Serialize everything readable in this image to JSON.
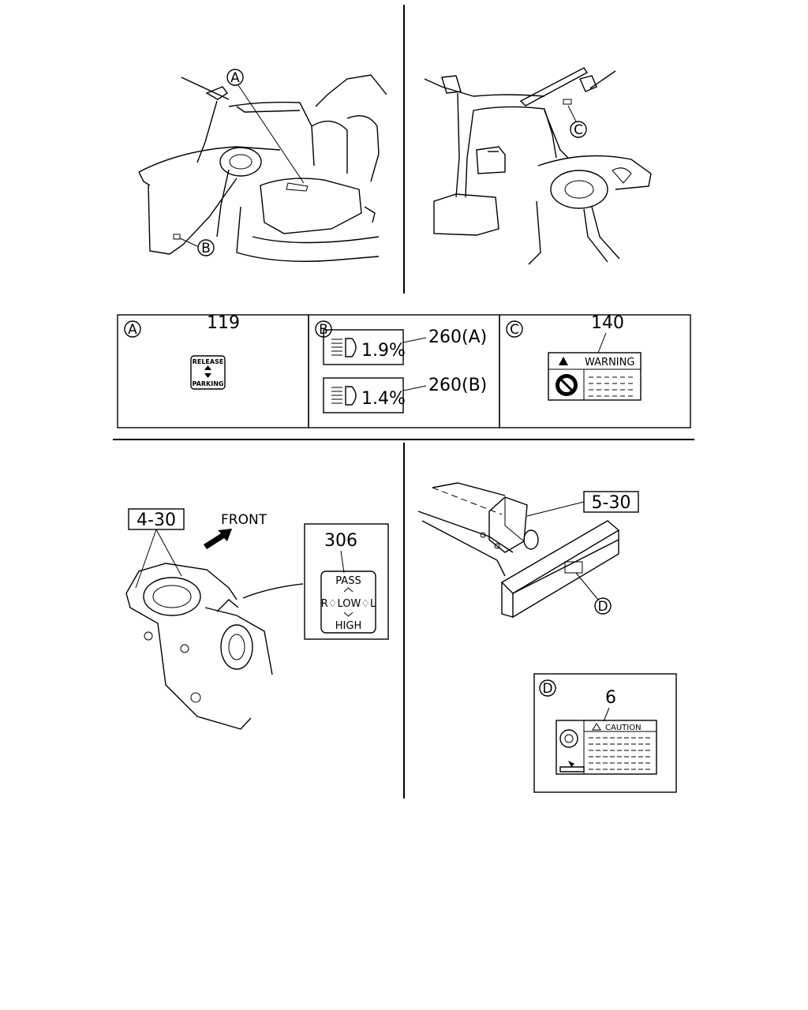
{
  "callouts": {
    "a": "A",
    "b": "B",
    "c": "C",
    "d": "D"
  },
  "panel_a": {
    "letter": "A",
    "part_number": "119",
    "label_top": "RELEASE",
    "label_bottom": "PARKING"
  },
  "panel_b": {
    "letter": "B",
    "label1_value": "1.9%",
    "label1_part": "260(A)",
    "label2_value": "1.4%",
    "label2_part": "260(B)"
  },
  "panel_c": {
    "letter": "C",
    "part_number": "140",
    "warning_text": "WARNING"
  },
  "lower_left": {
    "ref": "4-30",
    "direction": "FRONT",
    "part_number": "306",
    "switch_top": "PASS",
    "switch_middle": "R♢LOW♢L",
    "switch_bottom": "HIGH"
  },
  "lower_right": {
    "ref": "5-30",
    "callout": "D"
  },
  "panel_d": {
    "letter": "D",
    "part_number": "6",
    "caution_text": "CAUTION"
  }
}
